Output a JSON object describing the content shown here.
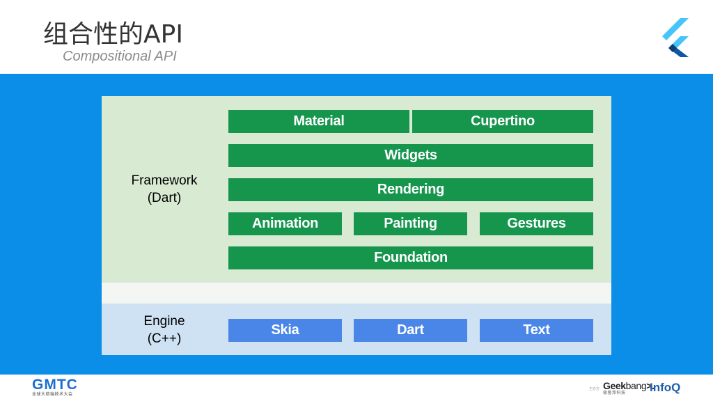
{
  "header": {
    "title": "组合性的API",
    "subtitle": "Compositional API",
    "logo_icon": "flutter-logo-icon"
  },
  "diagram": {
    "framework": {
      "label_line1": "Framework",
      "label_line2": "(Dart)",
      "row1": [
        "Material",
        "Cupertino"
      ],
      "row2": [
        "Widgets"
      ],
      "row3": [
        "Rendering"
      ],
      "row4": [
        "Animation",
        "Painting",
        "Gestures"
      ],
      "row5": [
        "Foundation"
      ]
    },
    "engine": {
      "label_line1": "Engine",
      "label_line2": "(C++)",
      "row1": [
        "Skia",
        "Dart",
        "Text"
      ]
    }
  },
  "footer": {
    "gmtc": "GMTC",
    "gmtc_sub": "全球大前端技术大会",
    "host": "主办方",
    "geek": "Geek",
    "bang": "bang",
    "geek_sub": "极客邦科技",
    "infoq": "InfoQ"
  },
  "colors": {
    "stage_blue": "#0a8ee8",
    "framework_bg": "#d9ead3",
    "engine_bg": "#cfe2f3",
    "green_box": "#16954d",
    "blue_box": "#4a86e8"
  }
}
